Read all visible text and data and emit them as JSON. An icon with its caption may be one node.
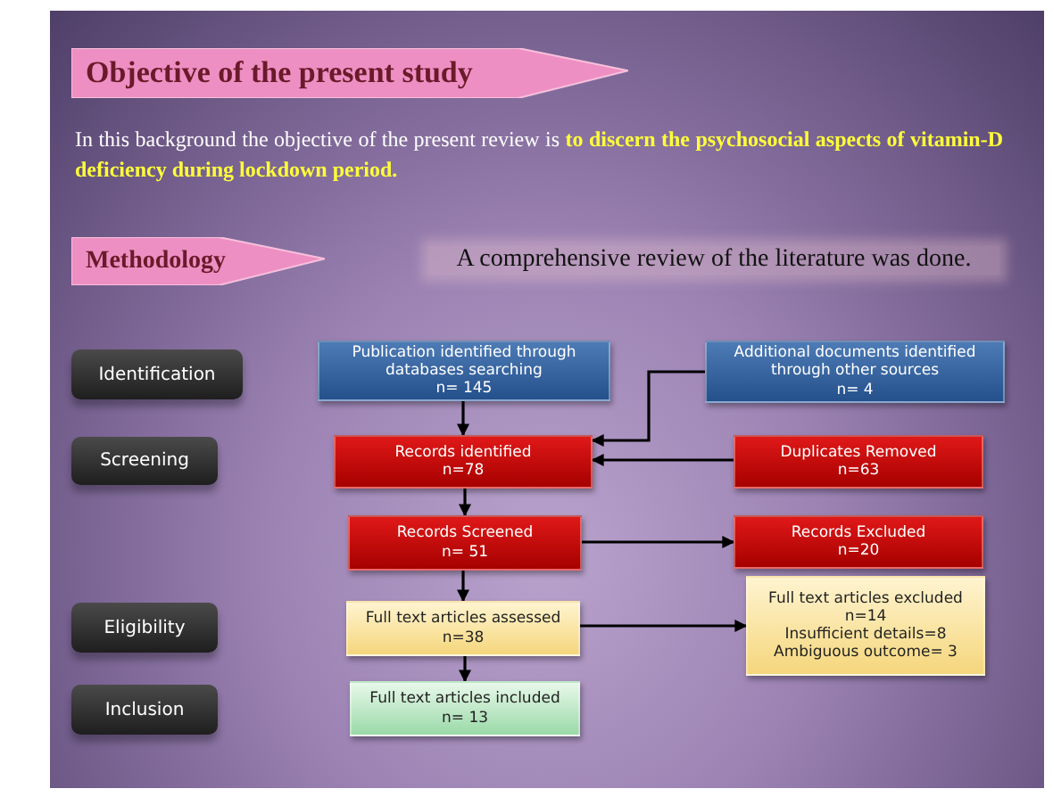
{
  "diagram": {
    "nodes": [
      {
        "text": [
          "Objective of the present study"
        ]
      },
      {
        "text": [
          "Methodology"
        ]
      },
      {
        "text": [
          "Identification"
        ]
      },
      {
        "text": [
          "Screening"
        ]
      },
      {
        "text": [
          "Eligibility"
        ]
      },
      {
        "text": [
          "Inclusion"
        ]
      },
      {
        "text": [
          "Publication identified through databases searching",
          "n= 145"
        ]
      },
      {
        "text": [
          "Additional documents identified through other sources",
          "n= 4"
        ]
      },
      {
        "text": [
          "Records identified",
          "n=78"
        ]
      },
      {
        "text": [
          "Duplicates Removed",
          "n=63"
        ]
      },
      {
        "text": [
          "Records Screened",
          "n= 51"
        ]
      },
      {
        "text": [
          "Records Excluded",
          "n=20"
        ]
      },
      {
        "text": [
          "Full text articles assessed",
          "n=38"
        ]
      },
      {
        "text": [
          "Full text articles excluded",
          "n=14",
          "Insufficient details=8",
          "Ambiguous outcome= 3"
        ]
      },
      {
        "text": [
          "Full text articles included",
          "n= 13"
        ]
      }
    ],
    "edges": [
      {
        "from": 6,
        "to": 8,
        "arrow": "to"
      },
      {
        "from": 7,
        "to": 8,
        "arrow": "to"
      },
      {
        "from": 9,
        "to": 8,
        "arrow": "to"
      },
      {
        "from": 8,
        "to": 10,
        "arrow": "to"
      },
      {
        "from": 10,
        "to": 11,
        "arrow": "to"
      },
      {
        "from": 10,
        "to": 12,
        "arrow": "to"
      },
      {
        "from": 12,
        "to": 13,
        "arrow": "to"
      },
      {
        "from": 12,
        "to": 14,
        "arrow": "to"
      }
    ],
    "labels": [
      "In this background the objective of the present review is **to discern the psychosocial aspects of vitamin-D deficiency during lockdown period.**",
      "A comprehensive review of the literature was done."
    ]
  }
}
